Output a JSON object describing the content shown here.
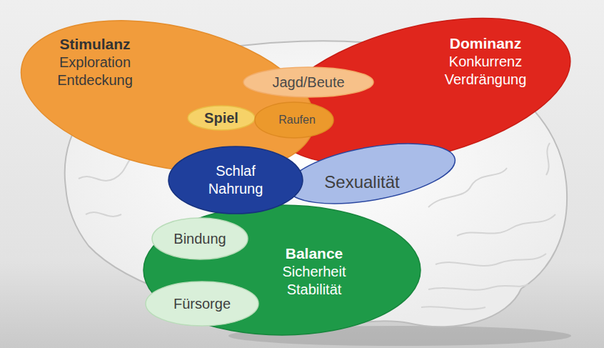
{
  "diagram": {
    "nodes": [
      {
        "text": [
          "Stimulanz",
          "Exploration Entdeckung"
        ]
      },
      {
        "text": [
          "Jagd/Beute"
        ]
      },
      {
        "text": [
          "Dominanz",
          "Konkurrenz Verdrängung"
        ]
      },
      {
        "text": [
          "Spiel"
        ],
        "in": 0
      },
      {
        "text": [
          "Raufen"
        ]
      },
      {
        "text": [
          "Schlaf Nahrung"
        ]
      },
      {
        "text": [
          "Sexualität"
        ]
      },
      {
        "text": [
          "Balance",
          "Sicherheit Stabilität"
        ]
      },
      {
        "text": [
          "Bindung"
        ],
        "in": 7
      },
      {
        "text": [
          "Fürsorge"
        ],
        "in": 7
      }
    ]
  }
}
